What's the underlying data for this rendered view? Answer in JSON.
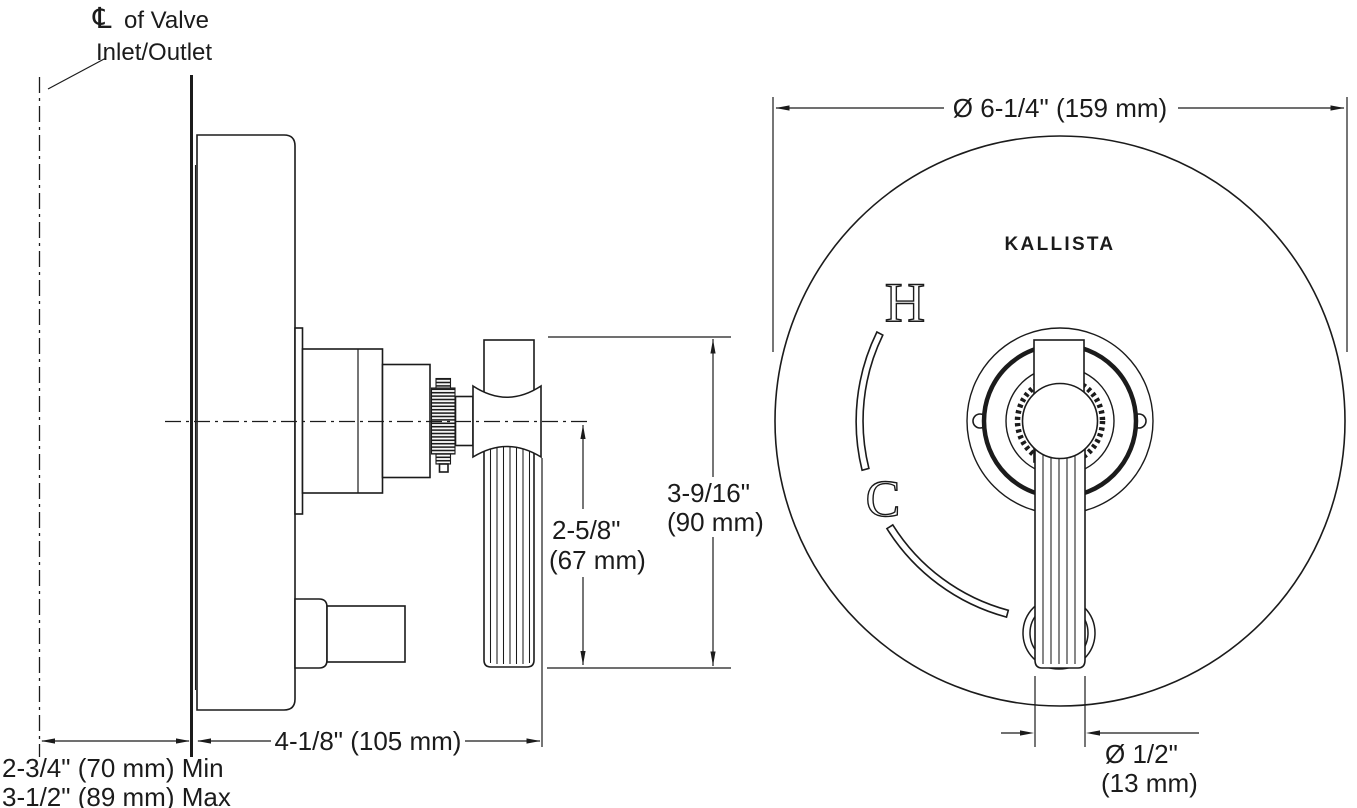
{
  "colors": {
    "line": "#1b1b1b",
    "background": "#ffffff"
  },
  "note": {
    "symbol": "℄",
    "line1": "of Valve",
    "line2": "Inlet/Outlet"
  },
  "front_view": {
    "brand": "KALLISTA",
    "hot_label": "H",
    "cold_label": "C"
  },
  "dimensions": {
    "plate_diameter": "Ø 6-1/4\" (159 mm)",
    "overall_height_line1": "3-9/16\"",
    "overall_height_line2": "(90 mm)",
    "handle_length_line1": "2-5/8\"",
    "handle_length_line2": "(67 mm)",
    "depth": "4-1/8\" (105 mm)",
    "wall_to_center_min": "2-3/4\" (70 mm) Min",
    "wall_to_center_max": "3-1/2\" (89 mm) Max",
    "handle_diameter_line1": "Ø 1/2\"",
    "handle_diameter_line2": "(13 mm)"
  }
}
